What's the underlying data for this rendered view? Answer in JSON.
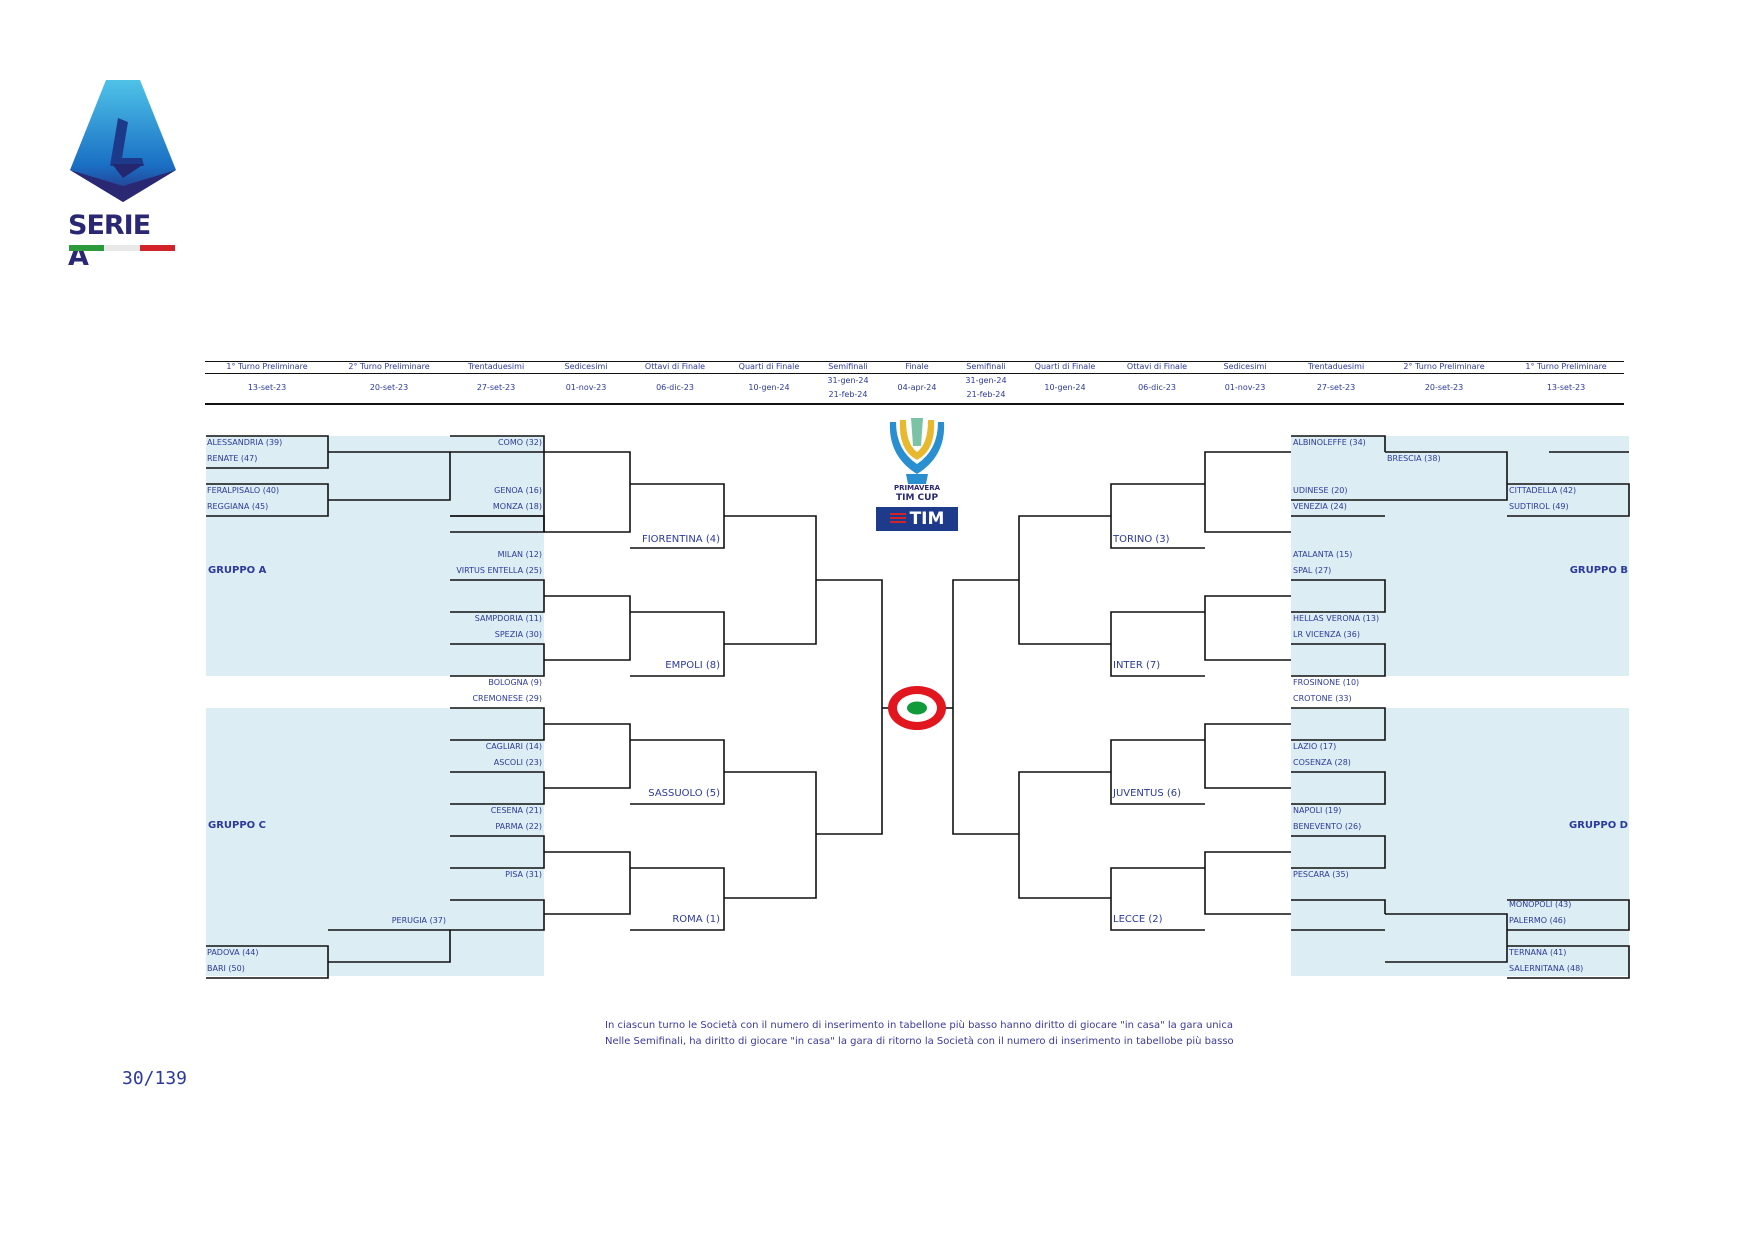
{
  "logo": {
    "text": "SERIE A"
  },
  "page_number": "30/139",
  "headers": [
    {
      "round": "1° Turno Preliminare",
      "date": "13-set-23"
    },
    {
      "round": "2° Turno Preliminare",
      "date": "20-set-23"
    },
    {
      "round": "Trentaduesimi",
      "date": "27-set-23"
    },
    {
      "round": "Sedicesimi",
      "date": "01-nov-23"
    },
    {
      "round": "Ottavi di Finale",
      "date": "06-dic-23"
    },
    {
      "round": "Quarti di Finale",
      "date": "10-gen-24"
    },
    {
      "round": "Semifinali",
      "date": "31-gen-24",
      "date2": "21-feb-24"
    },
    {
      "round": "Finale",
      "date": "04-apr-24"
    },
    {
      "round": "Semifinali",
      "date": "31-gen-24",
      "date2": "21-feb-24"
    },
    {
      "round": "Quarti di Finale",
      "date": "10-gen-24"
    },
    {
      "round": "Ottavi di Finale",
      "date": "06-dic-23"
    },
    {
      "round": "Sedicesimi",
      "date": "01-nov-23"
    },
    {
      "round": "Trentaduesimi",
      "date": "27-set-23"
    },
    {
      "round": "2° Turno Preliminare",
      "date": "20-set-23"
    },
    {
      "round": "1° Turno Preliminare",
      "date": "13-set-23"
    }
  ],
  "groups": {
    "a": "GRUPPO A",
    "b": "GRUPPO B",
    "c": "GRUPPO C",
    "d": "GRUPPO D"
  },
  "left": {
    "r1": [
      "ALESSANDRIA (39)",
      "RENATE (47)",
      "FERALPISALO (40)",
      "REGGIANA (45)",
      "PADOVA (44)",
      "BARI (50)"
    ],
    "r2": [
      "PERUGIA (37)"
    ],
    "r32": [
      "COMO (32)",
      "GENOA (16)",
      "MONZA (18)",
      "MILAN (12)",
      "VIRTUS ENTELLA (25)",
      "SAMPDORIA (11)",
      "SPEZIA (30)",
      "BOLOGNA (9)",
      "CREMONESE (29)",
      "CAGLIARI (14)",
      "ASCOLI (23)",
      "CESENA (21)",
      "PARMA (22)",
      "PISA (31)"
    ],
    "ottavi": [
      "FIORENTINA (4)",
      "EMPOLI (8)",
      "SASSUOLO (5)",
      "ROMA (1)"
    ]
  },
  "right": {
    "r32": [
      "ALBINOLEFFE (34)",
      "UDINESE (20)",
      "VENEZIA (24)",
      "ATALANTA (15)",
      "SPAL (27)",
      "HELLAS VERONA (13)",
      "LR VICENZA (36)",
      "FROSINONE (10)",
      "CROTONE (33)",
      "LAZIO (17)",
      "COSENZA (28)",
      "NAPOLI (19)",
      "BENEVENTO (26)",
      "PESCARA (35)"
    ],
    "r2": [
      "BRESCIA (38)"
    ],
    "r1": [
      "CITTADELLA (42)",
      "SUDTIROL (49)",
      "MONOPOLI (43)",
      "PALERMO (46)",
      "TERNANA (41)",
      "SALERNITANA (48)"
    ],
    "ottavi": [
      "TORINO (3)",
      "INTER (7)",
      "JUVENTUS (6)",
      "LECCE (2)"
    ]
  },
  "cup_logo": {
    "line1": "PRIMAVERA",
    "line2": "TIM CUP",
    "sponsor": "TIM"
  },
  "notes": [
    "In ciascun turno le Società con il numero di inserimento in tabellone più basso hanno diritto di giocare \"in casa\" la gara unica",
    "Nelle Semifinali, ha diritto di giocare \"in casa\" la gara di ritorno la Società con il numero di inserimento in tabellobe più basso"
  ],
  "colors": {
    "text": "#2b3a9b",
    "group_bg": "#dcedf4"
  }
}
